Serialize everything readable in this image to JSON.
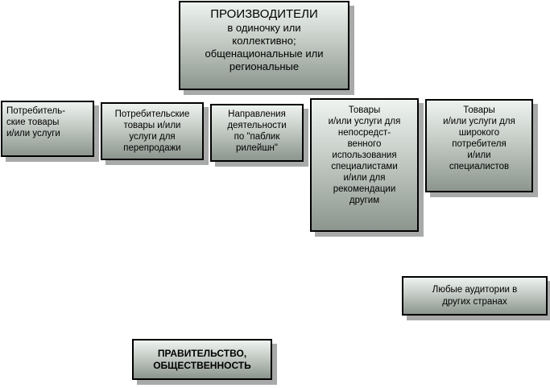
{
  "producers": {
    "title": "ПРОИЗВОДИТЕЛИ",
    "text": "в одиночку или\nколлективно;\nобщенациональные или\nрегиональные"
  },
  "boxes": {
    "consumer_goods": "Потребитель-\nские товары\nи/или услуги",
    "resale_goods": "Потребительские\nтовары и/или\nуслуги для\nперепродажи",
    "pr_directions": "Направления\nдеятельности\nпо \"паблик\nрилейшн\"",
    "specialist_goods": "Товары\nи/или услуги для\nнепосредст-\nвенного\nиспользования\nспециалистами\nи/или для\nрекомендации\nдругим",
    "wide_consumer_goods": "Товары\nи/или услуги для\nширокого\nпотребителя\nи/или\nспециалистов",
    "foreign_audiences": "Любые аудитории в\nдругих странах",
    "government": "ПРАВИТЕЛЬСТВО,\nОБЩЕСТВЕННОСТЬ"
  }
}
